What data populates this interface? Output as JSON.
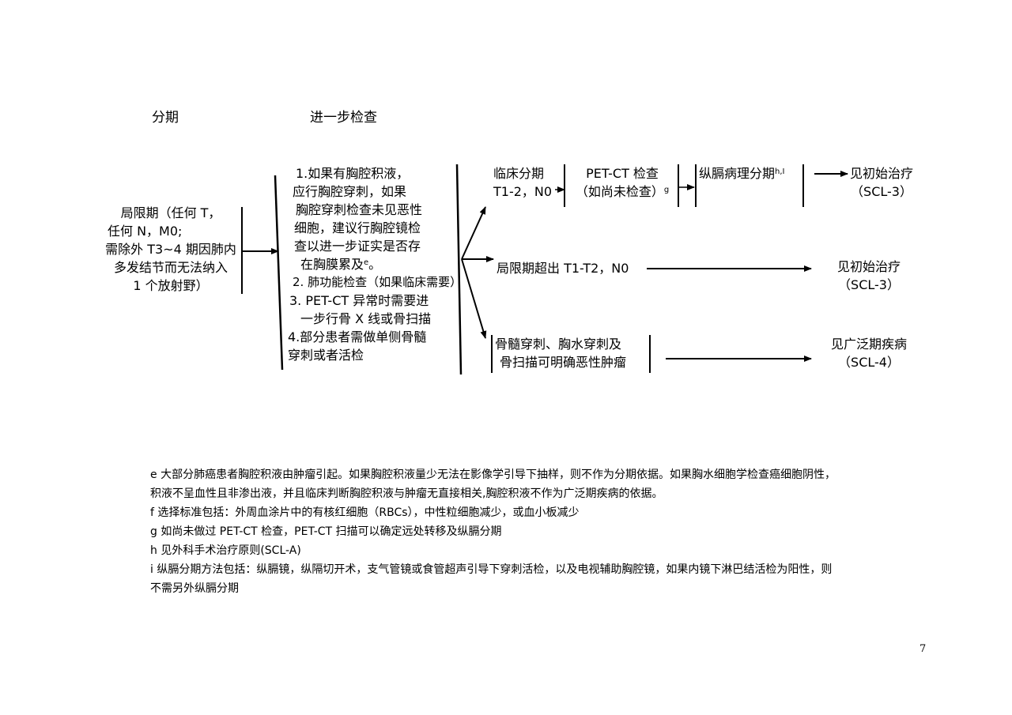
{
  "headers": {
    "staging": "分期",
    "workup": "进一步检查"
  },
  "stage": {
    "lines": [
      "局限期（任何 T，",
      "任何 N，M0;",
      "需除外 T3~4 期因肺内",
      "多发结节而无法纳入",
      "1 个放射野）"
    ]
  },
  "workup": {
    "lines": [
      "1.如果有胸腔积液，",
      "应行胸腔穿刺，如果",
      "胸腔穿刺检查未见恶性",
      "细胞，建议行胸腔镜检",
      "查以进一步证实是否存",
      "在胸膜累及",
      "2. 肺功能检查（如果临床需要）",
      "3. PET-CT 异常时需要进",
      "一步行骨 X 线或骨扫描",
      "4.部分患者需做单侧骨髓",
      "穿刺或者活检"
    ],
    "sup_e": "e",
    "period": "。"
  },
  "branches": {
    "clinical": {
      "line1": "临床分期",
      "line2": "T1-2，N0"
    },
    "petct": {
      "line1": "PET-CT 检查",
      "line2": "（如尚未检查）",
      "sup": "g"
    },
    "mediastinal": {
      "label": "纵膈病理分期",
      "sup": "h,I"
    },
    "result1": {
      "line1": "见初始治疗",
      "line2": "（SCL-3）"
    },
    "beyond": {
      "label": "局限期超出 T1-T2，N0"
    },
    "result2": {
      "line1": "见初始治疗",
      "line2": "（SCL-3）"
    },
    "marrow": {
      "line1": "骨髓穿刺、胸水穿刺及",
      "line2": "骨扫描可明确恶性肿瘤"
    },
    "result3": {
      "line1": "见广泛期疾病",
      "line2": "（SCL-4）"
    }
  },
  "footnotes": [
    "e  大部分肺癌患者胸腔积液由肿瘤引起。如果胸腔积液量少无法在影像学引导下抽样，则不作为分期依据。如果胸水细胞学检查癌细胞阴性，",
    "积液不呈血性且非渗出液，并且临床判断胸腔积液与肿瘤无直接相关,胸腔积液不作为广泛期疾病的依据。",
    "f  选择标准包括：外周血涂片中的有核红细胞（RBCs），中性粒细胞减少，或血小板减少",
    "g  如尚未做过 PET-CT 检查，PET-CT 扫描可以确定远处转移及纵膈分期",
    "h  见外科手术治疗原则(SCL-A)",
    "i  纵膈分期方法包括：纵膈镜，纵隔切开术，支气管镜或食管超声引导下穿刺活检，以及电视辅助胸腔镜，如果内镜下淋巴结活检为阳性，则",
    "不需另外纵膈分期"
  ],
  "page_number": "7"
}
